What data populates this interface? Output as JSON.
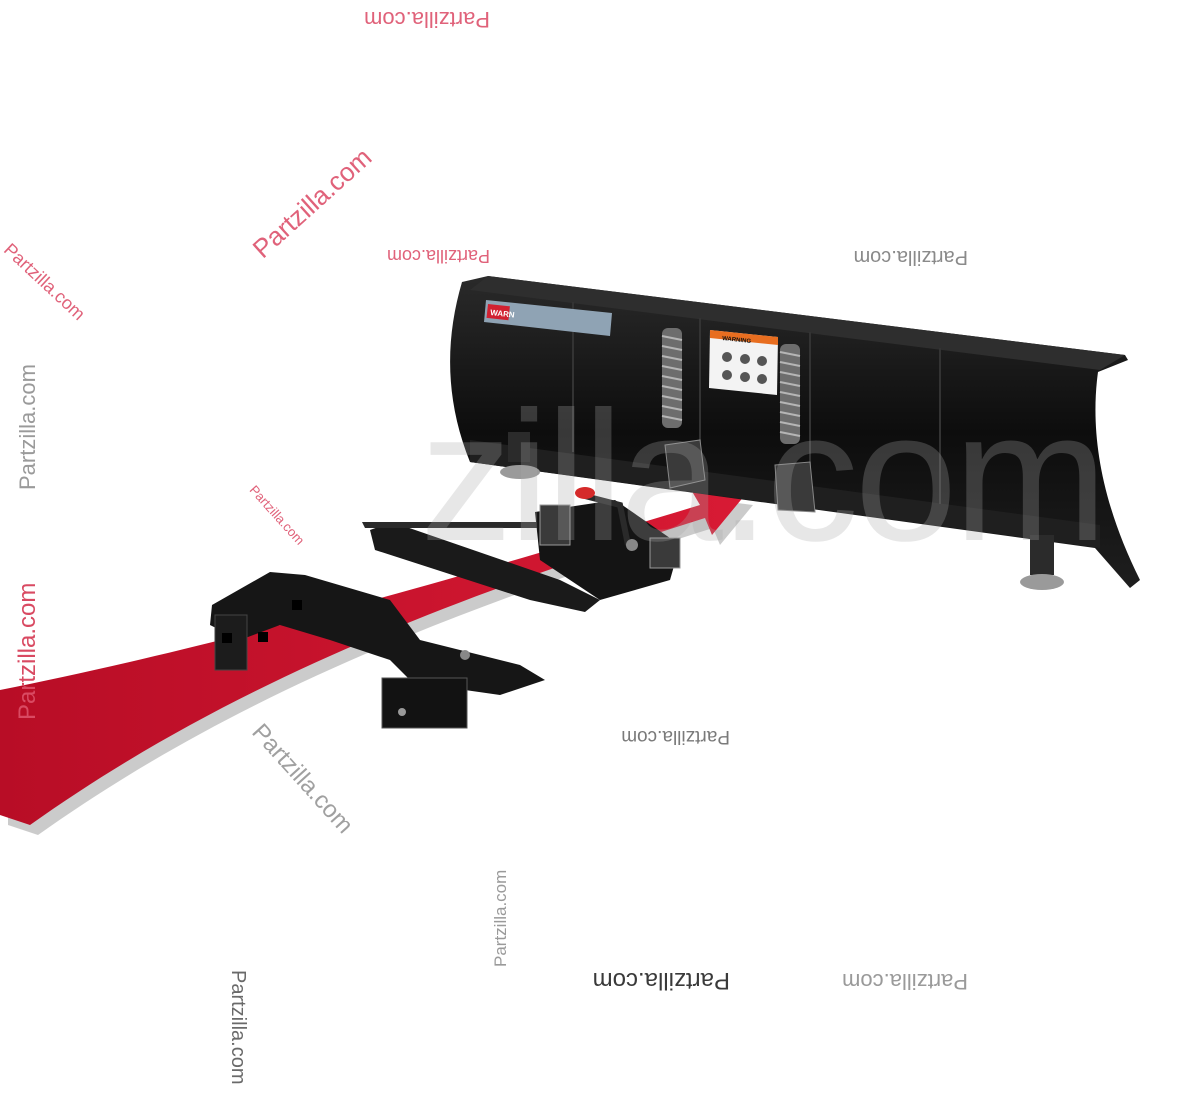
{
  "image": {
    "description_colors": {
      "background": "#ffffff",
      "arrow": "#c8102e",
      "blade": "#111111",
      "mount": "#161616",
      "watermark_pink": "#e0627a",
      "watermark_gray": "#8a8a8a"
    }
  },
  "blade": {
    "brand_logo": "WARN",
    "warning_label": "WARNING"
  },
  "watermarks": {
    "text": "Partzilla.com",
    "big_text": "zilla.com"
  }
}
